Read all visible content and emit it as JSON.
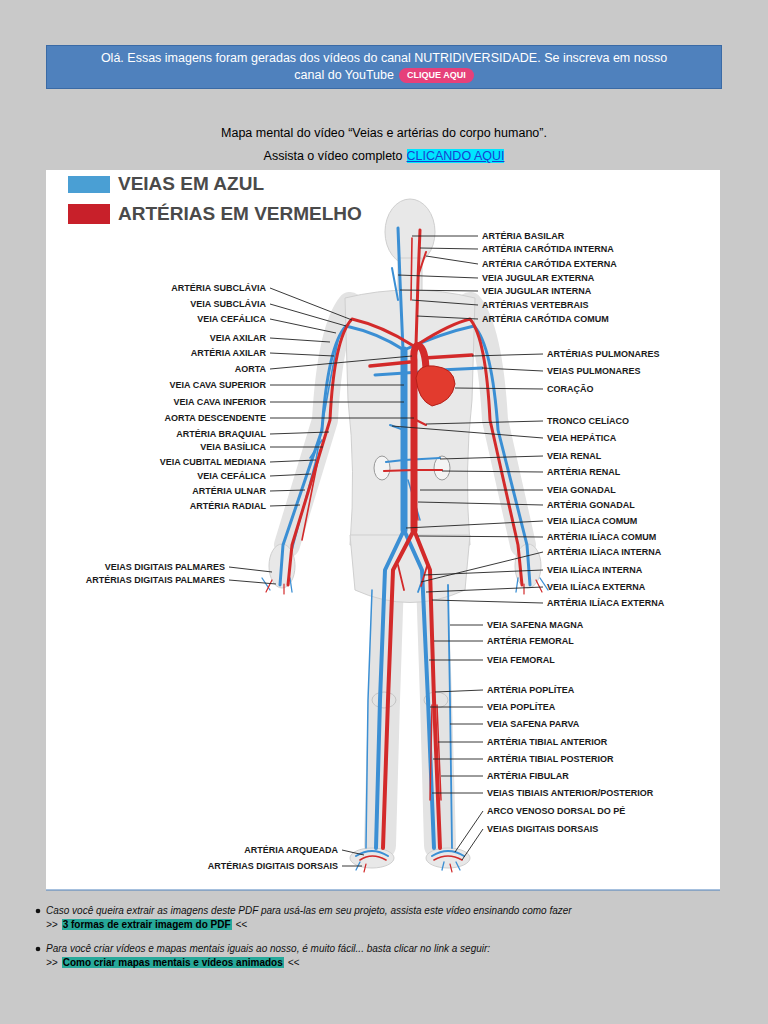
{
  "diagram": {
    "title": "Mapa mental do vídeo “Veias e artérias do corpo humano”.",
    "nodes": [
      {
        "text": [
          "Olá. Essas imagens foram geradas dos vídeos do canal NUTRIDIVERSIDADE. Se inscreva em nosso canal do YouTube"
        ]
      },
      {
        "text": [
          "CLIQUE AQUI"
        ],
        "in": 0
      }
    ],
    "labels": [
      "Assista o vídeo completo",
      "CLICANDO AQUI",
      "ARTÉRIA SUBCLÁVIA",
      "VEIA SUBCLÁVIA",
      "VEIA CEFÁLICA",
      "VEIA AXILAR",
      "ARTÉRIA AXILAR",
      "AORTA",
      "VEIA CAVA SUPERIOR",
      "VEIA CAVA INFERIOR",
      "AORTA DESCENDENTE",
      "ARTÉRIA BRAQUIAL",
      "VEIA BASÍLICA",
      "VEIA CUBITAL MEDIANA",
      "VEIA CEFÁLICA",
      "ARTÉRIA ULNAR",
      "ARTÉRIA RADIAL",
      "VEIAS DIGITAIS PALMARES",
      "ARTÉRIAS DIGITAIS PALMARES",
      "ARTÉRIA ARQUEADA",
      "ARTÉRIAS DIGITAIS DORSAIS",
      "ARTÉRIA BASILAR",
      "ARTÉRIA CARÓTIDA INTERNA",
      "ARTÉRIA CARÓTIDA EXTERNA",
      "VEIA JUGULAR EXTERNA",
      "VEIA JUGULAR INTERNA",
      "ARTÉRIAS VERTEBRAIS",
      "ARTÉRIA CARÓTIDA COMUM",
      "ARTÉRIAS PULMONARES",
      "VEIAS PULMONARES",
      "CORAÇÃO",
      "TRONCO CELÍACO",
      "VEIA HEPÁTICA",
      "VEIA RENAL",
      "ARTÉRIA RENAL",
      "VEIA GONADAL",
      "ARTÉRIA GONADAL",
      "VEIA ILÍACA COMUM",
      "ARTÉRIA ILÍACA COMUM",
      "ARTÉRIA ILÍACA INTERNA",
      "VEIA ILÍACA INTERNA",
      "VEIA ILÍACA EXTERNA",
      "ARTÉRIA ILÍACA EXTERNA",
      "VEIA SAFENA MAGNA",
      "ARTÉRIA FEMORAL",
      "VEIA FEMORAL",
      "ARTÉRIA POPLÍTEA",
      "VEIA POPLÍTEA",
      "VEIA SAFENA PARVA",
      "ARTÉRIA TIBIAL ANTERIOR",
      "ARTÉRIA TIBIAL POSTERIOR",
      "ARTÉRIA FIBULAR",
      "VEIAS TIBIAIS ANTERIOR/POSTERIOR",
      "ARCO VENOSO DORSAL DO PÉ",
      "VEIAS DIGITAIS DORSAIS",
      "Caso você queira extrair as imagens deste PDF para usá-las em seu projeto, assista este vídeo ensinando como fazer",
      ">>",
      "3 formas de extrair imagem do PDF",
      "<<",
      "Para você criar vídeos e mapas mentais iguais ao nosso, é muito fácil... basta clicar no link a seguir:",
      ">>",
      "Como criar mapas mentais e vídeos animados",
      "<<"
    ],
    "legend": [
      {
        "text": "VEIAS EM AZUL",
        "color": "#4a9fd4"
      },
      {
        "text": "ARTÉRIAS EM VERMELHO",
        "color": "#c8202a"
      }
    ]
  }
}
